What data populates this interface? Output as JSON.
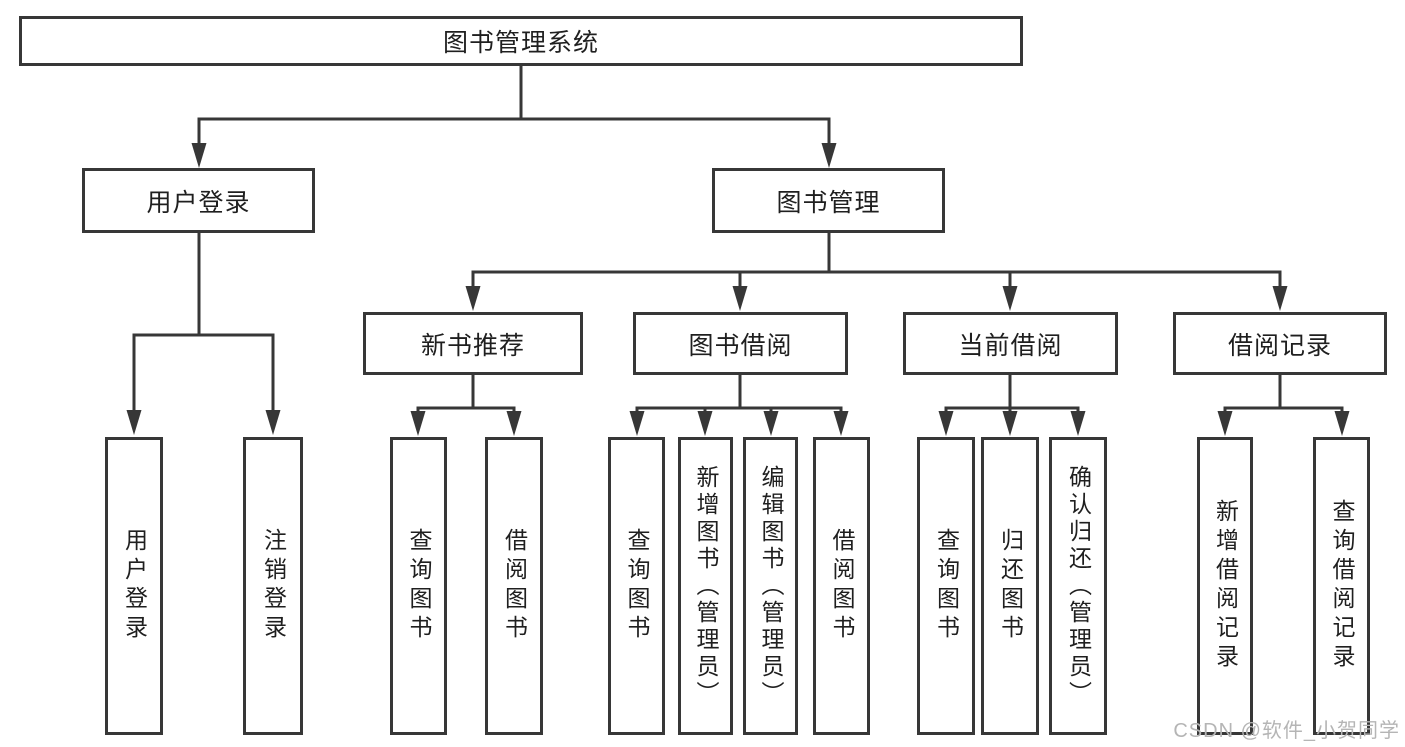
{
  "diagram": {
    "root": "图书管理系统",
    "level2": {
      "user_login": "用户登录",
      "book_mgmt": "图书管理"
    },
    "level3": {
      "new_books": "新书推荐",
      "book_borrow": "图书借阅",
      "current_borrow": "当前借阅",
      "borrow_records": "借阅记录"
    },
    "leaves": {
      "user": [
        "用户登录",
        "注销登录"
      ],
      "new_books": [
        "查询图书",
        "借阅图书"
      ],
      "book_borrow": [
        "查询图书",
        "新增图书（管理员）",
        "编辑图书（管理员）",
        "借阅图书"
      ],
      "current_borrow": [
        "查询图书",
        "归还图书",
        "确认归还（管理员）"
      ],
      "borrow_records": [
        "新增借阅记录",
        "查询借阅记录"
      ]
    }
  },
  "watermark": "CSDN @软件_小贺同学",
  "colors": {
    "line": "#373737",
    "box_border": "#373737",
    "text": "#1f1f1f",
    "watermark": "#b5b5b5",
    "background": "#ffffff"
  }
}
